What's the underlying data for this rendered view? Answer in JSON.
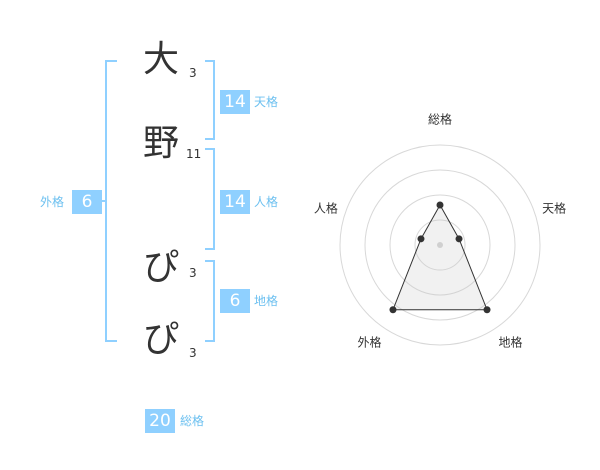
{
  "name": {
    "chars": [
      {
        "char": "大",
        "strokes": "3"
      },
      {
        "char": "野",
        "strokes": "11"
      },
      {
        "char": "ぴ",
        "strokes": "3"
      },
      {
        "char": "ぴ",
        "strokes": "3"
      }
    ]
  },
  "fortunes": {
    "tenkaku": {
      "value": "14",
      "label": "天格"
    },
    "jinkaku": {
      "value": "14",
      "label": "人格"
    },
    "chikaku": {
      "value": "6",
      "label": "地格"
    },
    "gaikaku": {
      "value": "6",
      "label": "外格"
    },
    "soukaku": {
      "value": "20",
      "label": "総格"
    }
  },
  "colors": {
    "accent": "#8fd0ff",
    "accent_text": "#6cc0f0",
    "text": "#333333"
  },
  "chart_data": {
    "type": "radar",
    "axes": [
      "総格",
      "天格",
      "地格",
      "外格",
      "人格"
    ],
    "series": [
      {
        "values": [
          2,
          1,
          4,
          4,
          1
        ]
      }
    ],
    "rmax": 5,
    "rings": 4,
    "grid": true
  }
}
